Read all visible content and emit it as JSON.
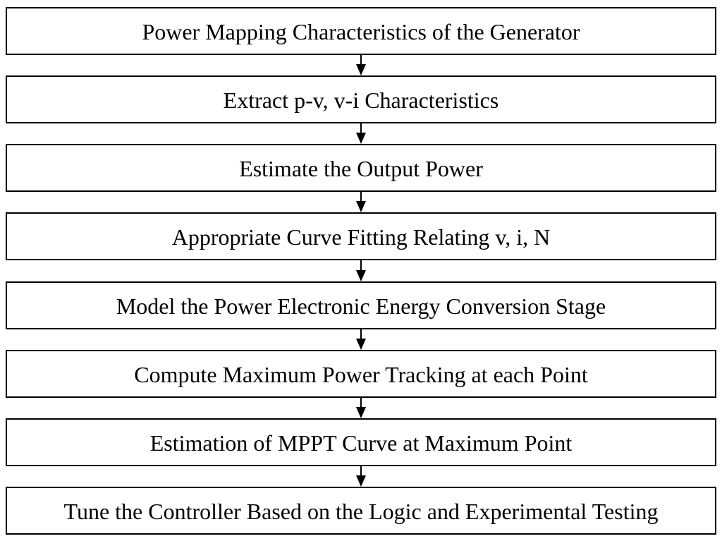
{
  "diagram": {
    "type": "flowchart",
    "direction": "top-down",
    "steps": [
      "Power Mapping Characteristics of the Generator",
      "Extract p-v, v-i Characteristics",
      "Estimate the Output Power",
      "Appropriate Curve Fitting Relating v, i, N",
      "Model the Power Electronic Energy Conversion Stage",
      "Compute Maximum Power Tracking at each Point",
      "Estimation of MPPT Curve at Maximum Point",
      "Tune the Controller Based on the Logic and Experimental Testing"
    ],
    "connectors": "solid-down-arrows"
  },
  "colors": {
    "background": "#ffffff",
    "box_fill": "#ffffff",
    "border": "#000000",
    "text": "#000000",
    "arrow": "#000000"
  }
}
